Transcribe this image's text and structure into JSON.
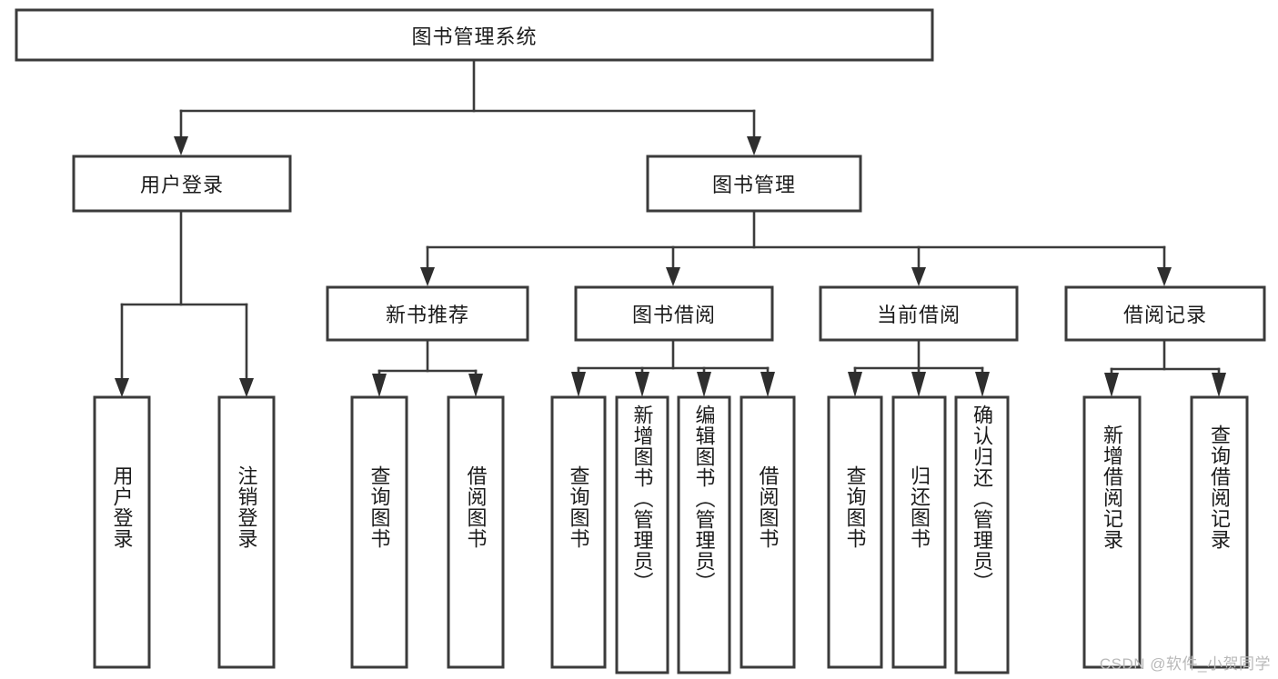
{
  "diagram": {
    "type": "hierarchy-tree",
    "title": "图书管理系统",
    "watermark": "CSDN @软件_小贺同学",
    "colors": {
      "box_stroke": "#3b3b3b",
      "box_fill": "#ffffff",
      "text": "#1b1b1b",
      "edge": "#3b3b3b",
      "watermark": "#b9b9b9",
      "background": "#ffffff"
    },
    "levels": [
      {
        "level": 1,
        "nodes": [
          {
            "id": "root",
            "label": "图书管理系统",
            "orientation": "horizontal"
          }
        ]
      },
      {
        "level": 2,
        "nodes": [
          {
            "id": "login",
            "label": "用户登录",
            "orientation": "horizontal",
            "parent": "root"
          },
          {
            "id": "bookmgmt",
            "label": "图书管理",
            "orientation": "horizontal",
            "parent": "root"
          }
        ]
      },
      {
        "level": 3,
        "nodes": [
          {
            "id": "newbook",
            "label": "新书推荐",
            "orientation": "horizontal",
            "parent": "bookmgmt"
          },
          {
            "id": "borrow",
            "label": "图书借阅",
            "orientation": "horizontal",
            "parent": "bookmgmt"
          },
          {
            "id": "current",
            "label": "当前借阅",
            "orientation": "horizontal",
            "parent": "bookmgmt"
          },
          {
            "id": "records",
            "label": "借阅记录",
            "orientation": "horizontal",
            "parent": "bookmgmt"
          }
        ]
      },
      {
        "level": 4,
        "nodes": [
          {
            "id": "leaf-user-login",
            "label": "用户登录",
            "orientation": "vertical",
            "parent": "login"
          },
          {
            "id": "leaf-user-logout",
            "label": "注销登录",
            "orientation": "vertical",
            "parent": "login"
          },
          {
            "id": "leaf-query-book-1",
            "label": "查询图书",
            "orientation": "vertical",
            "parent": "newbook"
          },
          {
            "id": "leaf-borrow-book-1",
            "label": "借阅图书",
            "orientation": "vertical",
            "parent": "newbook"
          },
          {
            "id": "leaf-query-book-2",
            "label": "查询图书",
            "orientation": "vertical",
            "parent": "borrow"
          },
          {
            "id": "leaf-add-book",
            "label": "新增图书（管理员）",
            "orientation": "vertical",
            "parent": "borrow"
          },
          {
            "id": "leaf-edit-book",
            "label": "编辑图书（管理员）",
            "orientation": "vertical",
            "parent": "borrow"
          },
          {
            "id": "leaf-borrow-book-2",
            "label": "借阅图书",
            "orientation": "vertical",
            "parent": "borrow"
          },
          {
            "id": "leaf-query-book-3",
            "label": "查询图书",
            "orientation": "vertical",
            "parent": "current"
          },
          {
            "id": "leaf-return-book",
            "label": "归还图书",
            "orientation": "vertical",
            "parent": "current"
          },
          {
            "id": "leaf-confirm-return",
            "label": "确认归还（管理员）",
            "orientation": "vertical",
            "parent": "current"
          },
          {
            "id": "leaf-add-record",
            "label": "新增借阅记录",
            "orientation": "vertical",
            "parent": "records"
          },
          {
            "id": "leaf-query-record",
            "label": "查询借阅记录",
            "orientation": "vertical",
            "parent": "records"
          }
        ]
      }
    ]
  }
}
